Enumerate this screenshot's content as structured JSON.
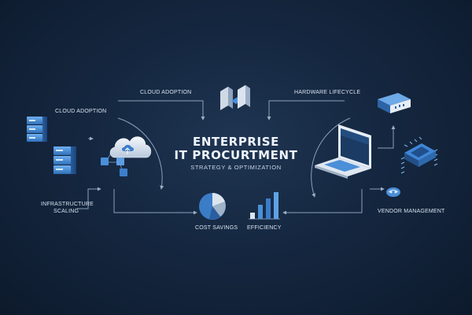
{
  "title": {
    "line1": "ENTERPRISE",
    "line2": "IT PROCURTMENT",
    "subtitle": "STRATEGY & OPTIMIZATION"
  },
  "labels": {
    "cloud_adoption_top": "CLOUD ADOPTION",
    "hardware_lifecycle": "HARDWARE LIFECYCLE",
    "cloud_adoption_left": "CLOUD ADOPTION",
    "infrastructure_scaling_1": "INFRASTRUCTURE",
    "infrastructure_scaling_2": "SCALING",
    "cost_savings": "COST SAVINGS",
    "efficiency": "EFFICIENCY",
    "vendor_management": "VENDOR MANAGEMENT"
  },
  "icons": {
    "server-stack": "server-stack-icon",
    "cloud": "cloud-icon",
    "network-nodes": "network-nodes-icon",
    "link-blocks": "link-blocks-icon",
    "router": "router-icon",
    "laptop": "laptop-icon",
    "microchip": "microchip-icon",
    "pie-chart": "pie-chart-icon",
    "bar-chart": "bar-chart-icon",
    "handshake": "vendor-icon"
  },
  "colors": {
    "accent": "#4a8fd8",
    "accent_light": "#8cc0f2",
    "line": "#9fb6cf",
    "background": "#152740"
  }
}
